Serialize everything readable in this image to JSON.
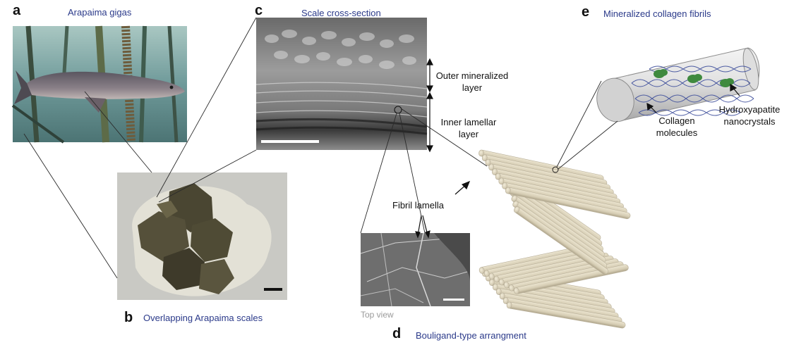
{
  "panels": {
    "a": {
      "letter": "a",
      "caption": "Arapaima gigas"
    },
    "b": {
      "letter": "b",
      "caption": "Overlapping Arapaima scales"
    },
    "c": {
      "letter": "c",
      "caption": "Scale cross-section"
    },
    "d": {
      "letter": "d",
      "caption": "Bouligand-type arrangment"
    },
    "e": {
      "letter": "e",
      "caption": "Mineralized collagen fibrils"
    }
  },
  "labels": {
    "outer_layer": [
      "Outer mineralized",
      "layer"
    ],
    "inner_layer": [
      "Inner lamellar",
      "layer"
    ],
    "fibril_lamella": "Fibril lamella",
    "top_view": "Top view",
    "collagen": [
      "Collagen",
      "molecules"
    ],
    "hydroxyapatite": [
      "Hydroxyapatite",
      "nanocrystals"
    ]
  },
  "colors": {
    "caption": "#2b3a8a",
    "fibril": "#dcd4bf",
    "fibril_shadow": "#b9b09a",
    "crystal": "#3f8a3f",
    "helix": "#3a4b9a",
    "scale_dark": "#4a4632",
    "water": "#6f9a9a"
  }
}
